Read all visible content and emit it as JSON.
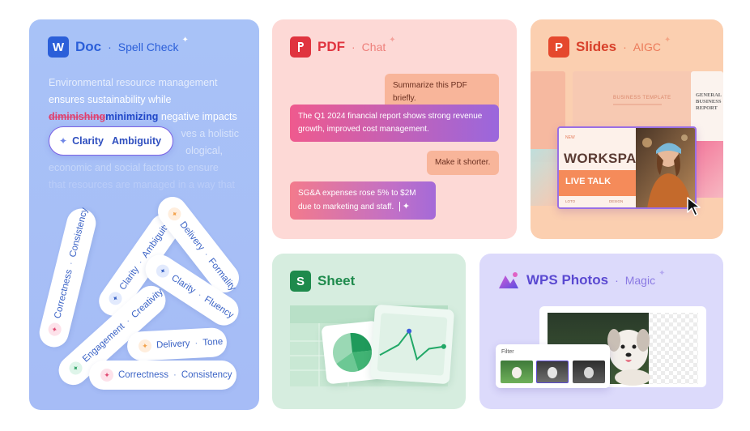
{
  "doc": {
    "icon_letter": "W",
    "title": "Doc",
    "separator": "·",
    "feature": "Spell Check",
    "sparkle": "✦",
    "paragraph": {
      "line1": "Environmental resource management",
      "line2": "ensures sustainability while",
      "strike": "diminishing",
      "replacement": "minimizing",
      "rest3": " negative impacts",
      "line4_tail": "ves a holistic",
      "line5_tail": "ological,",
      "line6": "economic and social factors to ensure",
      "line7": "that resources are managed in a way that"
    },
    "chip": {
      "icon": "✦",
      "label1": "Clarity",
      "label2": "Ambiguity"
    },
    "pills": [
      {
        "a": "Correctness",
        "b": "Consistency",
        "icon": "✦"
      },
      {
        "a": "Clarity",
        "b": "Ambiguity",
        "icon": "✦"
      },
      {
        "a": "Delivery",
        "b": "Formality",
        "icon": "✦"
      },
      {
        "a": "Clarity",
        "b": "Fluency",
        "icon": "✦"
      },
      {
        "a": "Engagement",
        "b": "Creativity",
        "icon": "✦"
      },
      {
        "a": "Delivery",
        "b": "Tone",
        "icon": "✦"
      },
      {
        "a": "Correctness",
        "b": "Consistency",
        "icon": "✦"
      }
    ],
    "pill_sep": "·"
  },
  "pdf": {
    "title": "PDF",
    "separator": "·",
    "feature": "Chat",
    "sparkle": "✦",
    "messages": [
      {
        "role": "user",
        "text": "Summarize this PDF briefly."
      },
      {
        "role": "ai",
        "text": "The Q1 2024 financial report shows strong revenue growth, improved cost management."
      },
      {
        "role": "user",
        "text": "Make it shorter."
      },
      {
        "role": "ai",
        "text": "SG&A expenses rose 5% to $2M due to marketing and staff."
      }
    ]
  },
  "slides": {
    "icon_letter": "P",
    "title": "Slides",
    "separator": "·",
    "feature": "AIGC",
    "sparkle": "✦",
    "slide_small_title": "BUSINESS TEMPLATE",
    "slide_right_title": "GENERAL BUSINESS REPORT",
    "slide_main_title": "WORKSPACE",
    "slide_main_subtitle": "LIVE TALK",
    "slide_main_tag": "NEW",
    "slide_main_foot_left": "LOTO",
    "slide_main_foot_right": "DESIGN"
  },
  "sheet": {
    "icon_letter": "S",
    "title": "Sheet"
  },
  "photos": {
    "title": "WPS Photos",
    "separator": "·",
    "feature": "Magic",
    "sparkle": "✦",
    "filter_label": "Filter"
  },
  "colors": {
    "doc_blue": "#2b5fd9",
    "pdf_red": "#e0343f",
    "slides_orange": "#e5482d",
    "sheet_green": "#1e8a4c",
    "photos_purple": "#6b4fd8"
  }
}
